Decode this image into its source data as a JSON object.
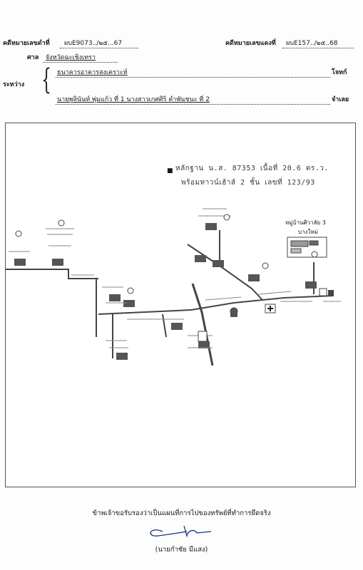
{
  "header": {
    "black_case_label": "คดีหมายเลขดำที่",
    "black_case_value": "ผบE9073../๒๕...67",
    "red_case_label": "คดีหมายเลขแดงที่",
    "red_case_value": "ผบE157../๒๕..68",
    "court_label": "ศาล",
    "court_value": "จังหวัดฉะเชิงเทรา",
    "between_label": "ระหว่าง",
    "plaintiff_name": "ธนาคารอาคารสงเคราะห์",
    "plaintiff_role": "โจทก์",
    "defendant_name": "นายพูลินันท์ พุ่มแก้ว ที่ 1 นางสาวเกศศิริ คำพันชนะ ที่ 2",
    "defendant_role": "จำเลย"
  },
  "map": {
    "handwritten_line1": "หลักฐาน น.ส. 87353 เนื้อที่ 20.6 ตร.ว.",
    "handwritten_line2": "พร้อมทาวน์เฮ้าส์ 2 ชั้น เลขที่ 123/93",
    "village_label_1": "หมู่บ้านศิวาลัย 3",
    "village_label_2": "บางใหม่",
    "stroke_color": "#444444"
  },
  "footer": {
    "certification_text": "ข้าพเจ้าขอรับรองว่าเป็นแผนที่การไปของทรัพย์ที่ทำการยึดจริง",
    "signer_name": "(นายกำชัย มีแสง)"
  }
}
